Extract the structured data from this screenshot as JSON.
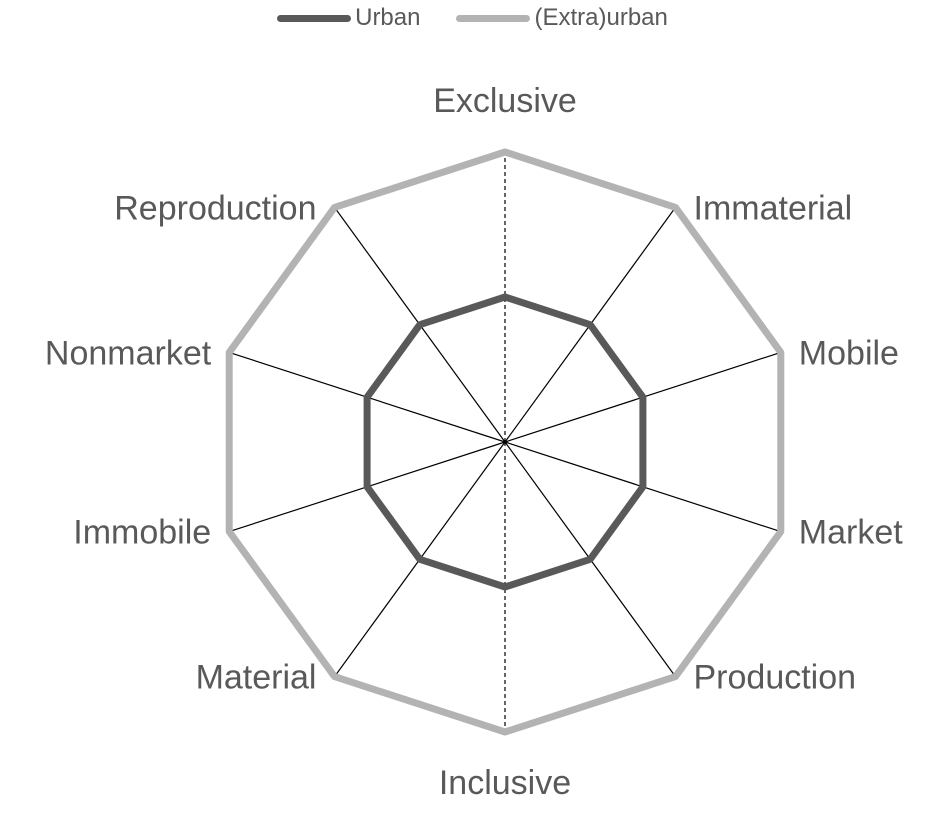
{
  "chart_data": {
    "type": "radar",
    "title": "",
    "axes": [
      "Exclusive",
      "Immaterial",
      "Mobile",
      "Market",
      "Production",
      "Inclusive",
      "Material",
      "Immobile",
      "Nonmarket",
      "Reproduction"
    ],
    "dashed_axes": [
      "Exclusive",
      "Inclusive"
    ],
    "range": [
      0,
      1
    ],
    "series": [
      {
        "name": "Urban",
        "color": "#595959",
        "values": [
          0.5,
          0.5,
          0.5,
          0.5,
          0.5,
          0.5,
          0.5,
          0.5,
          0.5,
          0.5
        ]
      },
      {
        "name": "(Extra)urban",
        "color": "#b3b3b3",
        "values": [
          1,
          1,
          1,
          1,
          1,
          1,
          1,
          1,
          1,
          1
        ]
      }
    ],
    "legend": {
      "position": "top-center",
      "items": [
        "Urban",
        "(Extra)urban"
      ]
    },
    "grid": false
  }
}
